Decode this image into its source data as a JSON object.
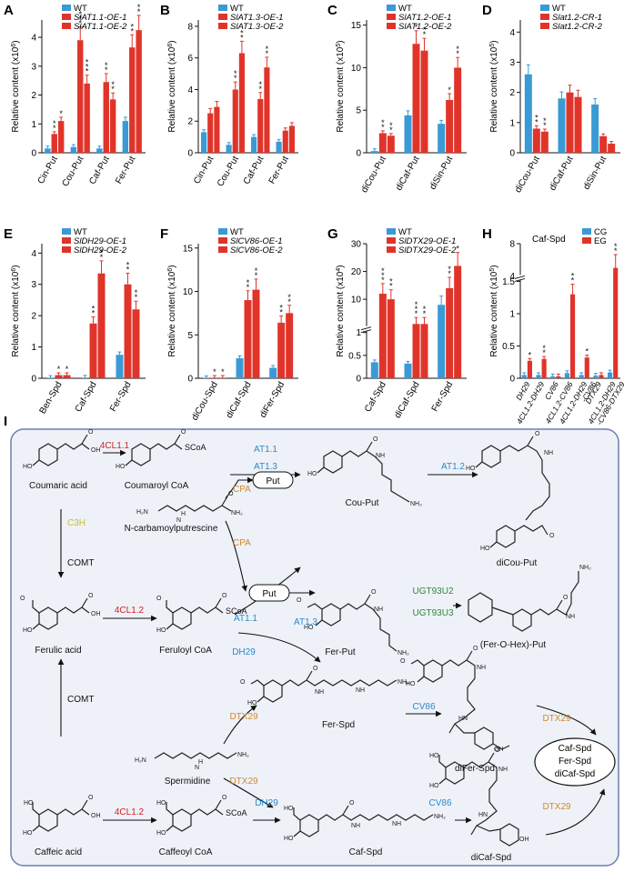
{
  "colors": {
    "wt": "#3a9ad6",
    "oe": "#e0342a",
    "panel_bg": "#eef1f7",
    "panel_border": "#6b7fb0"
  },
  "chart_data": [
    {
      "letter": "A",
      "type": "bar",
      "ylabel": "Relative content (x10",
      "yexp": "6",
      "yticks": [
        0,
        1,
        2,
        3,
        4
      ],
      "ylim": [
        0,
        4.6
      ],
      "legend": [
        {
          "name": "WT",
          "italic": false
        },
        {
          "name": "SlAT1.1-OE-1",
          "italic": true
        },
        {
          "name": "SlAT1.1-OE-2",
          "italic": true
        }
      ],
      "categories": [
        "Cin-Put",
        "Cou-Put",
        "Caf-Put",
        "Fer-Put"
      ],
      "series": [
        {
          "name": "WT",
          "values": [
            0.15,
            0.2,
            0.15,
            1.1
          ]
        },
        {
          "name": "SlAT1.1-OE-1",
          "values": [
            0.65,
            3.9,
            2.45,
            3.65
          ]
        },
        {
          "name": "SlAT1.1-OE-2",
          "values": [
            1.1,
            2.4,
            1.85,
            4.25
          ]
        }
      ],
      "stars": [
        [
          "",
          "**",
          "*"
        ],
        [
          "",
          "***",
          "***"
        ],
        [
          "",
          "**",
          "**"
        ],
        [
          "",
          "**",
          "**"
        ]
      ]
    },
    {
      "letter": "B",
      "type": "bar",
      "ylabel": "Relative content (x10",
      "yexp": "6",
      "yticks": [
        0,
        2,
        4,
        6,
        8
      ],
      "ylim": [
        0,
        8.4
      ],
      "legend": [
        {
          "name": "WT",
          "italic": false
        },
        {
          "name": "SlAT1.3-OE-1",
          "italic": true
        },
        {
          "name": "SlAT1.3-OE-2",
          "italic": true
        }
      ],
      "categories": [
        "Cin-Put",
        "Cou-Put",
        "Caf-Put",
        "Fer-Put"
      ],
      "series": [
        {
          "name": "WT",
          "values": [
            1.3,
            0.5,
            1.0,
            0.7
          ]
        },
        {
          "name": "SlAT1.3-OE-1",
          "values": [
            2.5,
            4.0,
            3.4,
            1.4
          ]
        },
        {
          "name": "SlAT1.3-OE-2",
          "values": [
            2.9,
            6.3,
            5.4,
            1.7
          ]
        }
      ],
      "stars": [
        [
          "",
          "",
          ""
        ],
        [
          "",
          "**",
          "**"
        ],
        [
          "",
          "**",
          "**"
        ],
        [
          "",
          "",
          ""
        ]
      ]
    },
    {
      "letter": "C",
      "type": "bar",
      "ylabel": "Relative content (x10",
      "yexp": "5",
      "yticks": [
        0,
        5,
        10,
        15
      ],
      "ylim": [
        0,
        15.6
      ],
      "legend": [
        {
          "name": "WT",
          "italic": false
        },
        {
          "name": "SlAT1.2-OE-1",
          "italic": true
        },
        {
          "name": "SlAT1.2-OE-2",
          "italic": true
        }
      ],
      "categories": [
        "diCou-Put",
        "diCaf-Put",
        "diSin-Put"
      ],
      "series": [
        {
          "name": "WT",
          "values": [
            0.2,
            4.4,
            3.4
          ]
        },
        {
          "name": "SlAT1.2-OE-1",
          "values": [
            2.3,
            12.8,
            6.2
          ]
        },
        {
          "name": "SlAT1.2-OE-2",
          "values": [
            2.0,
            12.0,
            10.0
          ]
        }
      ],
      "stars": [
        [
          "",
          "**",
          "**"
        ],
        [
          "",
          "*",
          "**"
        ],
        [
          "",
          "*",
          "**"
        ]
      ]
    },
    {
      "letter": "D",
      "type": "bar",
      "ylabel": "Relative content (x10",
      "yexp": "5",
      "yticks": [
        0,
        1,
        2,
        3,
        4
      ],
      "ylim": [
        0,
        4.4
      ],
      "legend": [
        {
          "name": "WT",
          "italic": false
        },
        {
          "name": "Slat1.2-CR-1",
          "italic": true
        },
        {
          "name": "Slat1.2-CR-2",
          "italic": true
        }
      ],
      "categories": [
        "diCou-Put",
        "diCaf-Put",
        "diSin-Put"
      ],
      "series": [
        {
          "name": "WT",
          "values": [
            2.6,
            1.8,
            1.6
          ]
        },
        {
          "name": "Slat1.2-CR-1",
          "values": [
            0.8,
            2.0,
            0.55
          ]
        },
        {
          "name": "Slat1.2-CR-2",
          "values": [
            0.7,
            1.85,
            0.3
          ]
        }
      ],
      "stars": [
        [
          "",
          "**",
          "**"
        ],
        [
          "",
          "",
          ""
        ],
        [
          "",
          "",
          ""
        ]
      ]
    },
    {
      "letter": "E",
      "type": "bar",
      "ylabel": "Relative content (x10",
      "yexp": "6",
      "yticks": [
        0,
        1,
        2,
        3,
        4
      ],
      "ylim": [
        0,
        4.3
      ],
      "legend": [
        {
          "name": "WT",
          "italic": false
        },
        {
          "name": "SlDH29-OE-1",
          "italic": true
        },
        {
          "name": "SlDH29-OE-2",
          "italic": true
        }
      ],
      "categories": [
        "Ben-Spd",
        "Caf-Spd",
        "Fer-Spd"
      ],
      "series": [
        {
          "name": "WT",
          "values": [
            0.01,
            0.02,
            0.75
          ]
        },
        {
          "name": "SlDH29-OE-1",
          "values": [
            0.1,
            1.75,
            3.0
          ]
        },
        {
          "name": "SlDH29-OE-2",
          "values": [
            0.1,
            3.35,
            2.2
          ]
        }
      ],
      "stars": [
        [
          "",
          "*",
          "*"
        ],
        [
          "",
          "**",
          "**"
        ],
        [
          "",
          "**",
          "**"
        ]
      ]
    },
    {
      "letter": "F",
      "type": "bar",
      "ylabel": "Relative content (x10",
      "yexp": "6",
      "yticks": [
        0,
        5,
        10,
        15
      ],
      "ylim": [
        0,
        15.5
      ],
      "legend": [
        {
          "name": "WT",
          "italic": false
        },
        {
          "name": "SlCV86-OE-1",
          "italic": true
        },
        {
          "name": "SlCV86-OE-2",
          "italic": true
        }
      ],
      "categories": [
        "diCou-Spd",
        "diCaf-Spd",
        "diFer-Spd"
      ],
      "series": [
        {
          "name": "WT",
          "values": [
            0.0,
            2.3,
            1.2
          ]
        },
        {
          "name": "SlCV86-OE-1",
          "values": [
            0.05,
            9.0,
            6.4
          ]
        },
        {
          "name": "SlCV86-OE-2",
          "values": [
            0.05,
            10.2,
            7.5
          ]
        }
      ],
      "stars": [
        [
          "",
          "*",
          "*"
        ],
        [
          "",
          "**",
          "**"
        ],
        [
          "",
          "**",
          "**"
        ]
      ]
    },
    {
      "letter": "G",
      "type": "bar",
      "ylabel": "Relative content (x10",
      "yexp": "4",
      "yticks": [
        0,
        0.5,
        1,
        10,
        20,
        30
      ],
      "broken": true,
      "legend": [
        {
          "name": "WT",
          "italic": false
        },
        {
          "name": "SlDTX29-OE-1",
          "italic": true
        },
        {
          "name": "SlDTX29-OE-2",
          "italic": true
        }
      ],
      "categories": [
        "Caf-Spd",
        "diCaf-Spd",
        "Fer-Spd"
      ],
      "series": [
        {
          "name": "WT",
          "values": [
            0.35,
            0.32,
            8.0
          ]
        },
        {
          "name": "SlDTX29-OE-1",
          "values": [
            12.0,
            1.1,
            14.0
          ]
        },
        {
          "name": "SlDTX29-OE-2",
          "values": [
            10.0,
            1.1,
            22.0
          ]
        }
      ],
      "stars": [
        [
          "",
          "***",
          "**"
        ],
        [
          "",
          "***",
          "**"
        ],
        [
          "",
          "**",
          "*"
        ]
      ]
    },
    {
      "letter": "H",
      "type": "bar",
      "title": "Caf-Spd",
      "ylabel": "Relative content (x10",
      "yexp": "5",
      "yticks": [
        0,
        0.5,
        1,
        1.5,
        4,
        8
      ],
      "broken": true,
      "legend": [
        {
          "name": "CG",
          "italic": false
        },
        {
          "name": "EG",
          "italic": false
        }
      ],
      "categories": [
        "DH29",
        "4CL1.2-DH29",
        "CV86",
        "4CL1.2-CV86",
        "4CL1.2-DH29-CV86",
        "DTX29",
        "4CL1.2-DH29-CV86-DTX29"
      ],
      "category_lines": [
        [
          "DH29"
        ],
        [
          "4CL1.2-DH29"
        ],
        [
          "CV86"
        ],
        [
          "4CL1.2-CV86"
        ],
        [
          "4CL1.2-DH29",
          "-CV86"
        ],
        [
          "DTX29"
        ],
        [
          "4CL1.2-DH29",
          "-CV86-DTX29"
        ]
      ],
      "series": [
        {
          "name": "CG",
          "values": [
            0.05,
            0.05,
            0.03,
            0.08,
            0.05,
            0.04,
            0.09
          ]
        },
        {
          "name": "EG",
          "values": [
            0.27,
            0.3,
            0.03,
            1.3,
            0.32,
            0.05,
            5.0
          ]
        }
      ],
      "stars": [
        [
          "",
          "*"
        ],
        [
          "",
          "**"
        ],
        [
          "",
          ""
        ],
        [
          "",
          "**"
        ],
        [
          "",
          "*"
        ],
        [
          "",
          ""
        ],
        [
          "",
          "**"
        ]
      ]
    }
  ],
  "pathway": {
    "letter": "I",
    "compounds": {
      "coumaric_acid": "Coumaric acid",
      "coumaroyl_coa": "Coumaroyl CoA",
      "cou_put": "Cou-Put",
      "dicou_put": "diCou-Put",
      "n_carb": "N-carbamoylputrescine",
      "put1": "Put",
      "put2": "Put",
      "fer_put": "Fer-Put",
      "fer_o_hex_put": "(Fer-O-Hex)-Put",
      "ferulic_acid": "Ferulic acid",
      "feruloyl_coa": "Feruloyl  CoA",
      "fer_spd": "Fer-Spd",
      "difer_spd": "diFer-Spd",
      "spermidine": "Spermidine",
      "caffeic_acid": "Caffeic acid",
      "caffeoyl_coa": "Caffeoyl CoA",
      "caf_spd": "Caf-Spd",
      "dicaf_spd": "diCaf-Spd",
      "final_1": "Caf-Spd",
      "final_2": "Fer-Spd",
      "final_3": "diCaf-Spd",
      "scoa_1": "SCoA",
      "scoa_2": "SCoA",
      "scoa_3": "SCoA"
    },
    "enzymes": {
      "e_4cl11": "4CL1.1",
      "e_at11a": "AT1.1",
      "e_at13a": "AT1.3",
      "e_at12": "AT1.2",
      "e_c3h": "C3H",
      "e_cpa1": "CPA",
      "e_cpa2": "CPA",
      "e_comt1": "COMT",
      "e_comt2": "COMT",
      "e_ugt2": "UGT93U2",
      "e_ugt3": "UGT93U3",
      "e_4cl12a": "4CL1.2",
      "e_4cl12b": "4CL1.2",
      "e_at11b": "AT1.1",
      "e_at13b": "AT1.3",
      "e_dh29a": "DH29",
      "e_dh29b": "DH29",
      "e_cv86a": "CV86",
      "e_cv86b": "CV86",
      "e_dtx29a": "DTX29",
      "e_dtx29b": "DTX29",
      "e_dtx29c": "DTX29",
      "e_dtx29d": "DTX29"
    }
  }
}
